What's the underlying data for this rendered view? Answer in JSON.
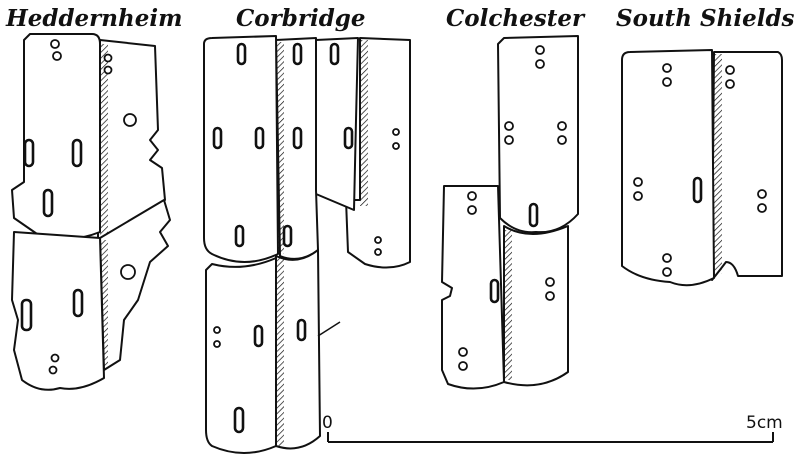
{
  "labels": {
    "heddernheim": "Heddernheim",
    "corbridge": "Corbridge",
    "colchester": "Colchester",
    "south_shields": "South Shields"
  },
  "scale": {
    "start_label": "0",
    "end_label": "5cm"
  },
  "colors": {
    "ink": "#111111",
    "paper": "#ffffff"
  }
}
